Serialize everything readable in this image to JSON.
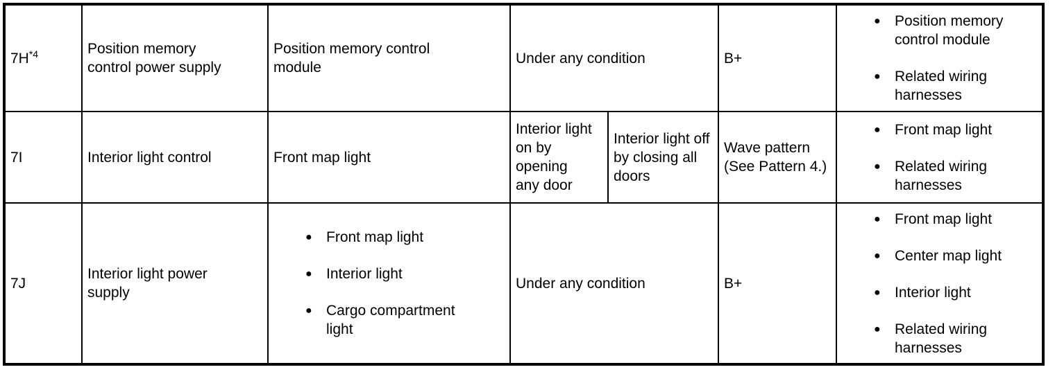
{
  "icons": {
    "bullet": "●"
  },
  "rows": [
    {
      "terminal": "7H",
      "terminal_sup": "*4",
      "function": "Position memory control power supply",
      "connected": "Position memory control module",
      "condition": "Under any condition",
      "value": "B+",
      "parts": [
        "Position memory control module",
        "Related wiring harnesses"
      ]
    },
    {
      "terminal": "7I",
      "function": "Interior light control",
      "connected": "Front map light",
      "condition_on": "Interior light on by opening any door",
      "condition_off": "Interior light off by closing all doors",
      "value": "Wave pattern (See Pattern 4.)",
      "parts": [
        "Front map light",
        "Related wiring harnesses"
      ]
    },
    {
      "terminal": "7J",
      "function": "Interior light power supply",
      "connected_parts": [
        "Front map light",
        "Interior light",
        "Cargo compartment light"
      ],
      "condition": "Under any condition",
      "value": "B+",
      "parts": [
        "Front map light",
        "Center map light",
        "Interior light",
        "Related wiring harnesses"
      ]
    }
  ]
}
